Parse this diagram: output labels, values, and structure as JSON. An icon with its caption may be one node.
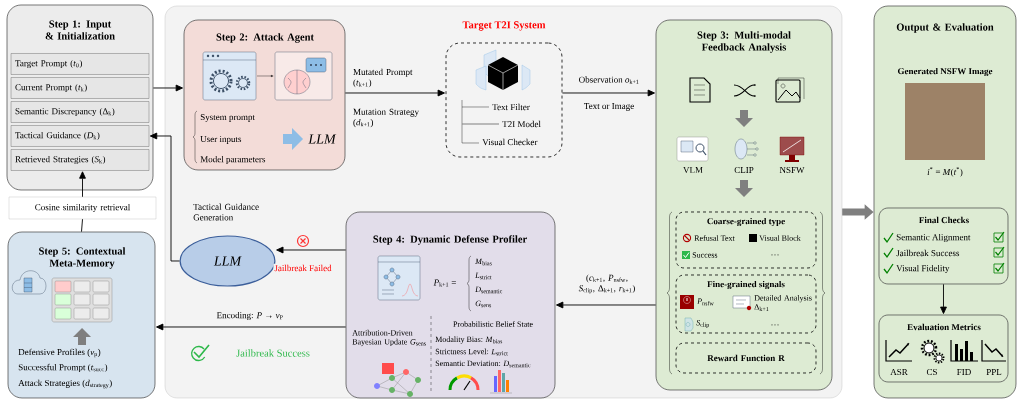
{
  "diagram": {
    "nodes": [
      {
        "text": [
          "Step 1: Input & Initialization"
        ]
      },
      {
        "text": [
          "Target Prompt (*t*$_{0}$)"
        ],
        "in": 0
      },
      {
        "text": [
          "Current Prompt (*t*$_{k}$)"
        ],
        "in": 0
      },
      {
        "text": [
          "Semantic Discrepancy (Δ$_{k}$)"
        ],
        "in": 0
      },
      {
        "text": [
          "Tactical Guidance (*D*$_{k}$)"
        ],
        "in": 0
      },
      {
        "text": [
          "Retrieved Strategies (*S*$_{k}$)"
        ],
        "in": 0
      },
      {
        "text": [
          "Cosine similarity retrieval"
        ]
      },
      {
        "text": [
          "Step 5: Contextual Meta-Memory",
          "Defensive Profiles (*v*$_{p}$)",
          "Successful Prompt (*t*$_{succ}$)",
          "Attack Strategies (*d*$_{strategy}$)"
        ]
      },
      {
        "text": [],
        "shape": "box"
      },
      {
        "text": [
          "Step 2: Attack Agent",
          "System prompt",
          "User inputs",
          "Model parameters",
          "LLM"
        ],
        "in": 8
      },
      {
        "text": [
          "Target T2I System",
          "Text Filter",
          "T2I Model",
          "Visual Checker"
        ],
        "in": 8
      },
      {
        "text": [
          "Step 3: Multi-modal Feedback Analysis",
          "VLM",
          "CLIP",
          "NSFW"
        ],
        "in": 8
      },
      {
        "text": [
          "Coarse-grained type",
          "Refusal Text",
          "Visual Block",
          "Success",
          "…"
        ],
        "in": 11
      },
      {
        "text": [
          "Fine-grained signals",
          "*P*$_{nsfw}$",
          "Detailed Analysis Δ$_{k+1}$",
          "*S*$_{clip}$",
          "…"
        ],
        "in": 11
      },
      {
        "text": [
          "Reward Function R"
        ],
        "in": 11
      },
      {
        "text": [
          "Step 4: Dynamic Defense Profiler",
          "*P*$_{k+1}$ =",
          "*M*$_{bias}$",
          "*L*$_{strict}$",
          "*D*$_{semantic}$",
          "*G*$_{sens}$",
          "Attribution-Driven Bayesian Update *G*$_{sens}$",
          "Probabilistic Belief State",
          "Modality Bias: *M*$_{bias}$",
          "Strictness Level: *L*$_{strict}$",
          "Semantic Deviation: *D*$_{semantic}$"
        ],
        "in": 8
      },
      {
        "text": [
          "LLM"
        ],
        "beside": [
          "Tactical Guidance Generation"
        ],
        "in": 8
      },
      {
        "text": [
          "Output & Evaluation",
          "Generated NSFW Image",
          "*i*$^{*}$ = *M*(*t*$^{*}$)"
        ]
      },
      {
        "text": [
          "Final Checks",
          "Semantic Alignment",
          "Jailbreak Success",
          "Visual Fidelity"
        ],
        "in": 17
      },
      {
        "text": [
          "Evaluation Metrics",
          "ASR",
          "CS",
          "FID",
          "PPL"
        ],
        "in": 17
      }
    ],
    "edges": [
      {
        "from": 0,
        "to": 9,
        "arrow": "to"
      },
      {
        "from": 9,
        "to": 10,
        "arrow": "to",
        "label": "Mutated Prompt (*t*$_{k+1}$)"
      },
      {
        "from": 10,
        "to": 11,
        "arrow": "to",
        "label": "Observation *o*$_{k+1}$"
      },
      {
        "from": 11,
        "to": 15,
        "arrow": "to",
        "label": "(*c*$_{k+1}$, *P*$_{nsfw}$, *S*$_{clip}$, Δ$_{k+1}$, *r*$_{k+1}$)"
      },
      {
        "from": 15,
        "to": 16,
        "arrow": "to",
        "label": "Jailbreak Failed"
      },
      {
        "from": 16,
        "to": 4,
        "arrow": "to"
      },
      {
        "from": 15,
        "to": 7,
        "arrow": "to",
        "label": "Encoding: *P* → *v*$_{P}$"
      },
      {
        "from": 7,
        "to": 6,
        "arrow": "none"
      },
      {
        "from": 6,
        "to": 5,
        "arrow": "to"
      },
      {
        "from": 8,
        "to": 17,
        "arrow": "to",
        "style": "thick",
        "color": "#7f7f7f"
      },
      {
        "from": 18,
        "to": 19,
        "arrow": "to"
      }
    ],
    "labels": [
      "Mutation Strategy (*d*$_{k+1}$)",
      "Text or Image",
      "Jailbreak Success"
    ]
  }
}
